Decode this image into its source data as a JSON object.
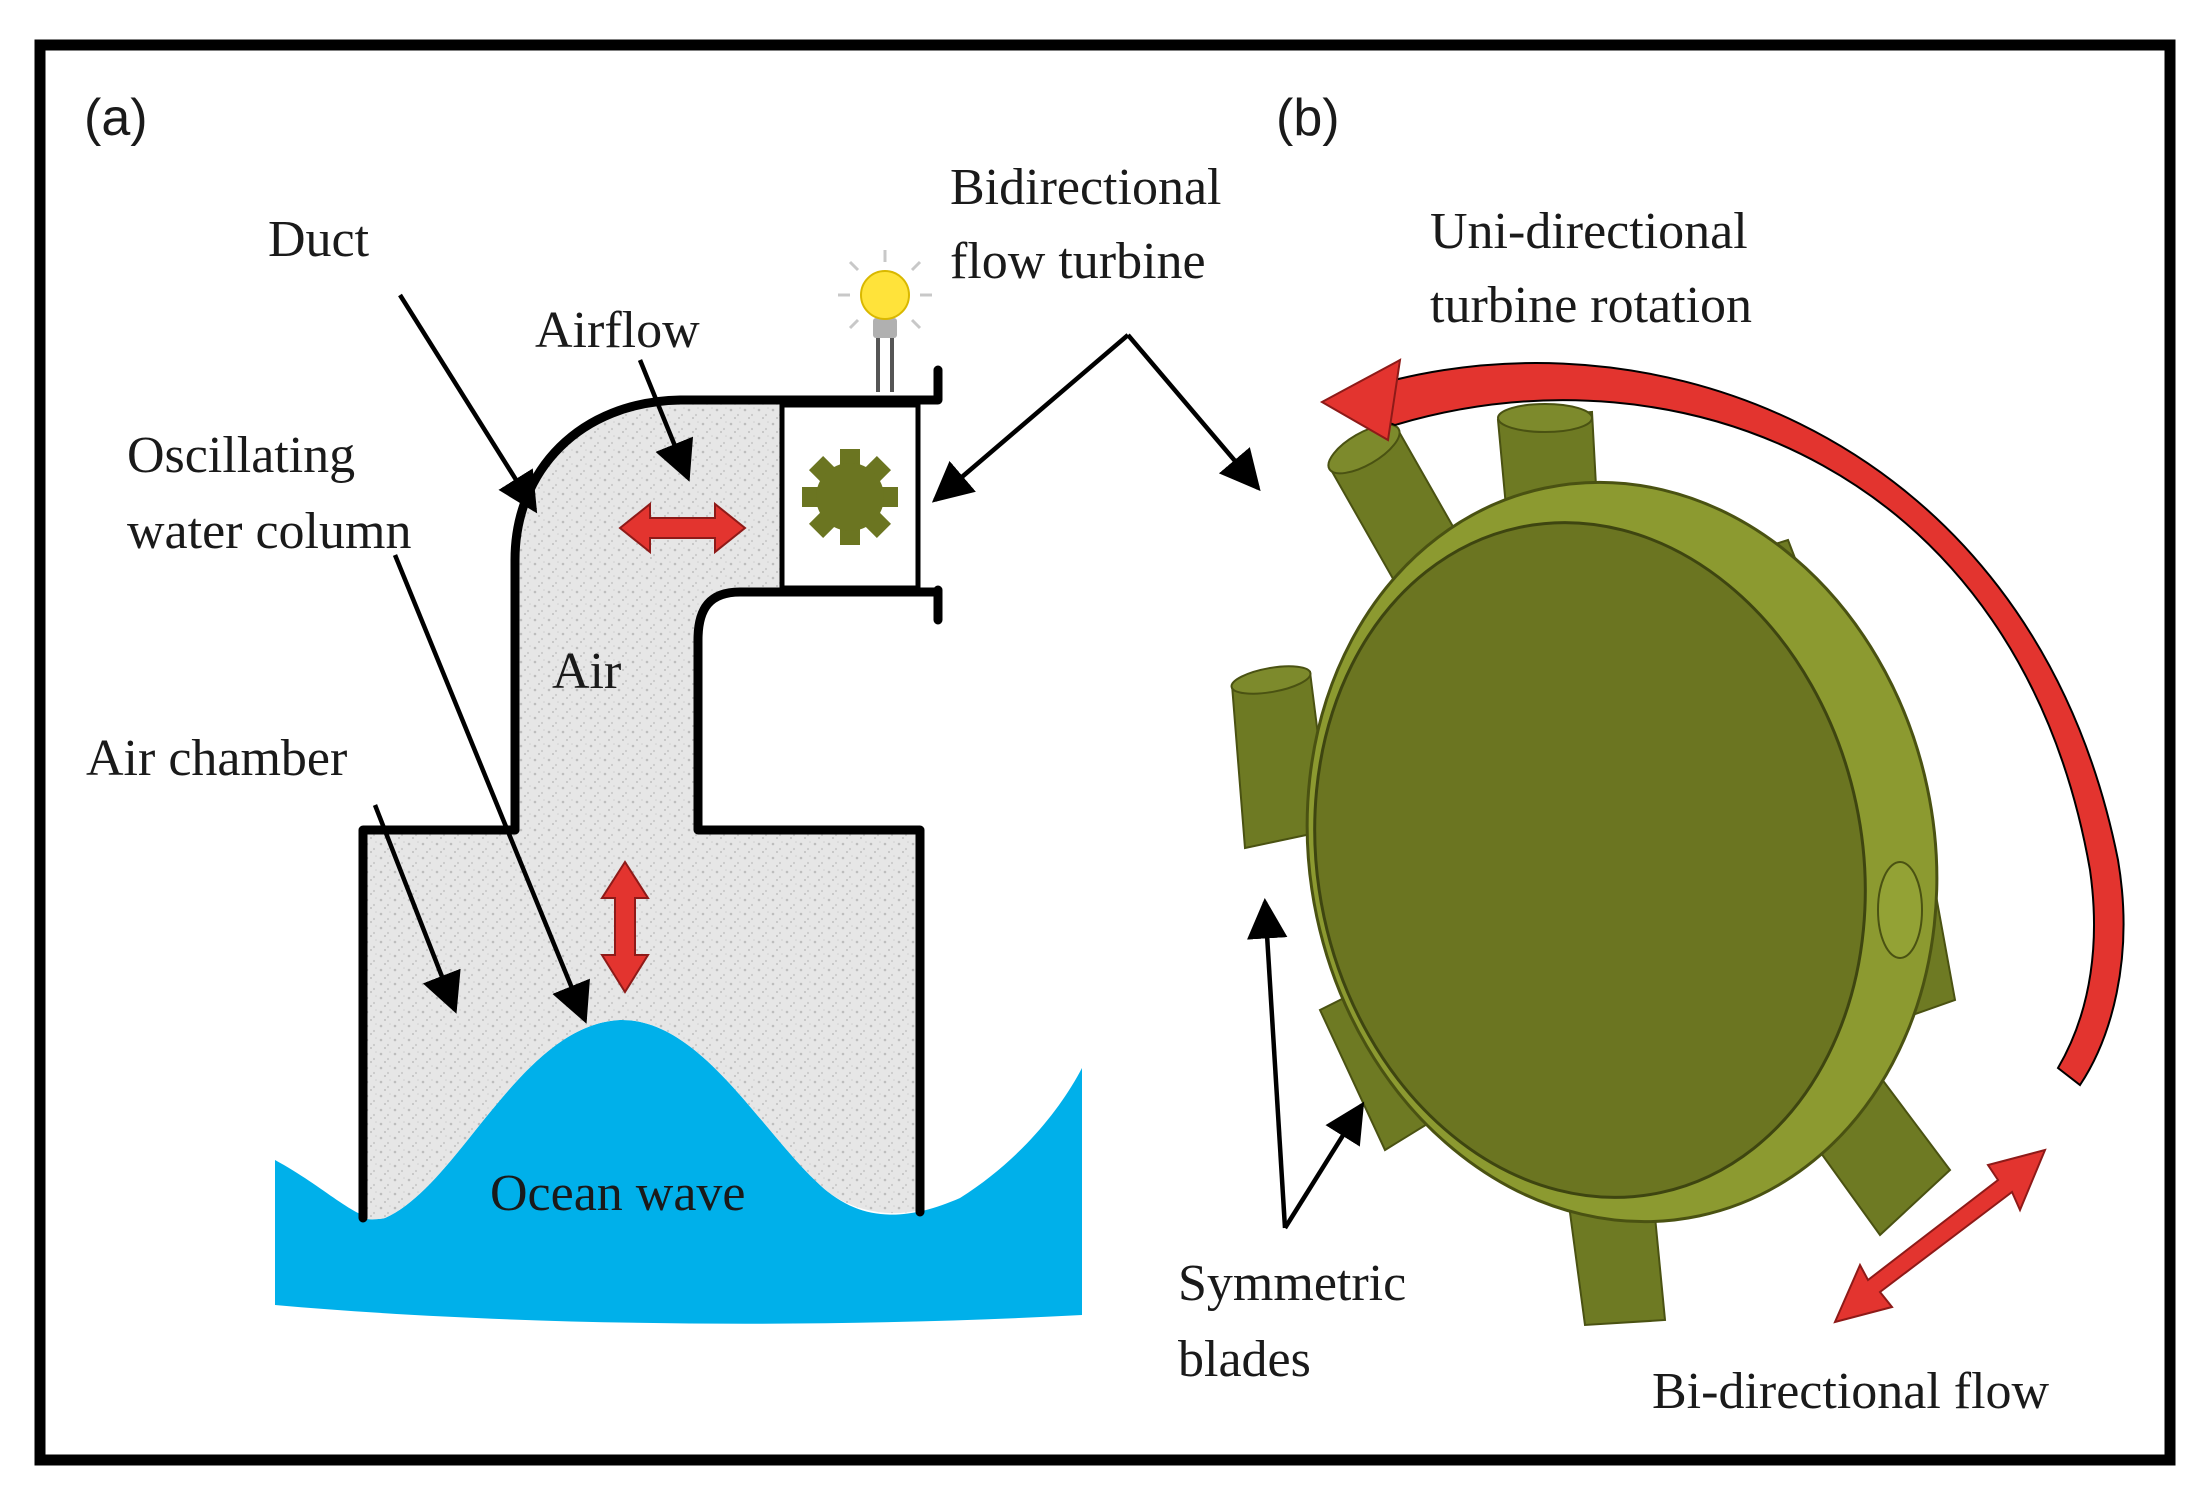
{
  "panel_a": {
    "panel_label": "(a)",
    "labels": {
      "duct": "Duct",
      "airflow": "Airflow",
      "oscillating_line1": "Oscillating",
      "oscillating_line2": "water column",
      "air": "Air",
      "air_chamber": "Air chamber",
      "ocean_wave": "Ocean wave"
    }
  },
  "panel_b": {
    "panel_label": "(b)",
    "labels": {
      "bidirectional_line1": "Bidirectional",
      "bidirectional_line2": "flow turbine",
      "unidirectional_line1": "Uni-directional",
      "unidirectional_line2": "turbine rotation",
      "symmetric_line1": "Symmetric",
      "symmetric_line2": "blades",
      "bidirectional_flow": "Bi-directional flow"
    }
  },
  "colors": {
    "water": "#00b0ea",
    "air_fill": "#e4e4e4",
    "turbine": "#6b7521",
    "turbine_dark": "#525a16",
    "arrow_red": "#e3342f",
    "bulb": "#ffe33a"
  }
}
